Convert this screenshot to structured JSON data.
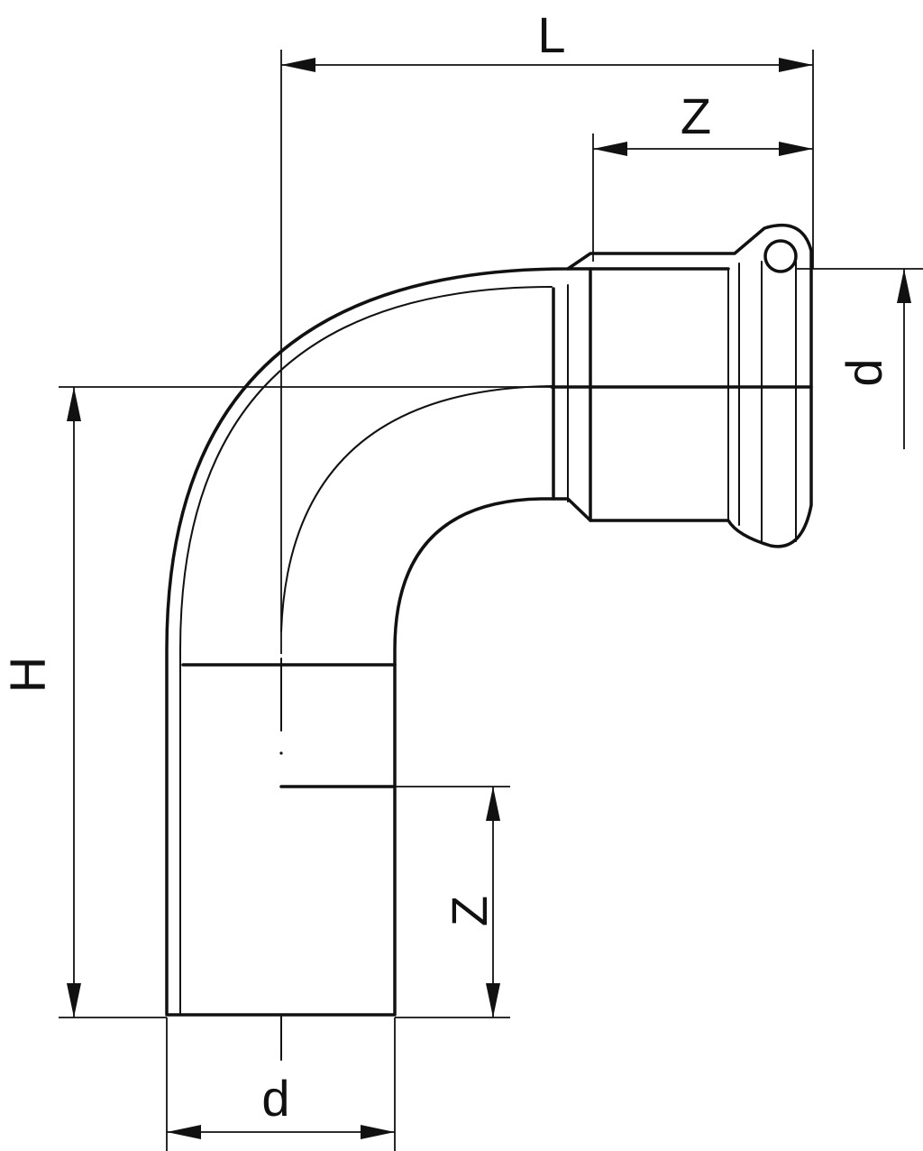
{
  "dimensions": {
    "overall_length": "L",
    "horizontal_insertion": "Z",
    "horizontal_diameter": "d",
    "overall_height": "H",
    "vertical_insertion": "Z",
    "vertical_diameter": "d"
  },
  "colors": {
    "line": "#111111",
    "background": "#ffffff"
  }
}
